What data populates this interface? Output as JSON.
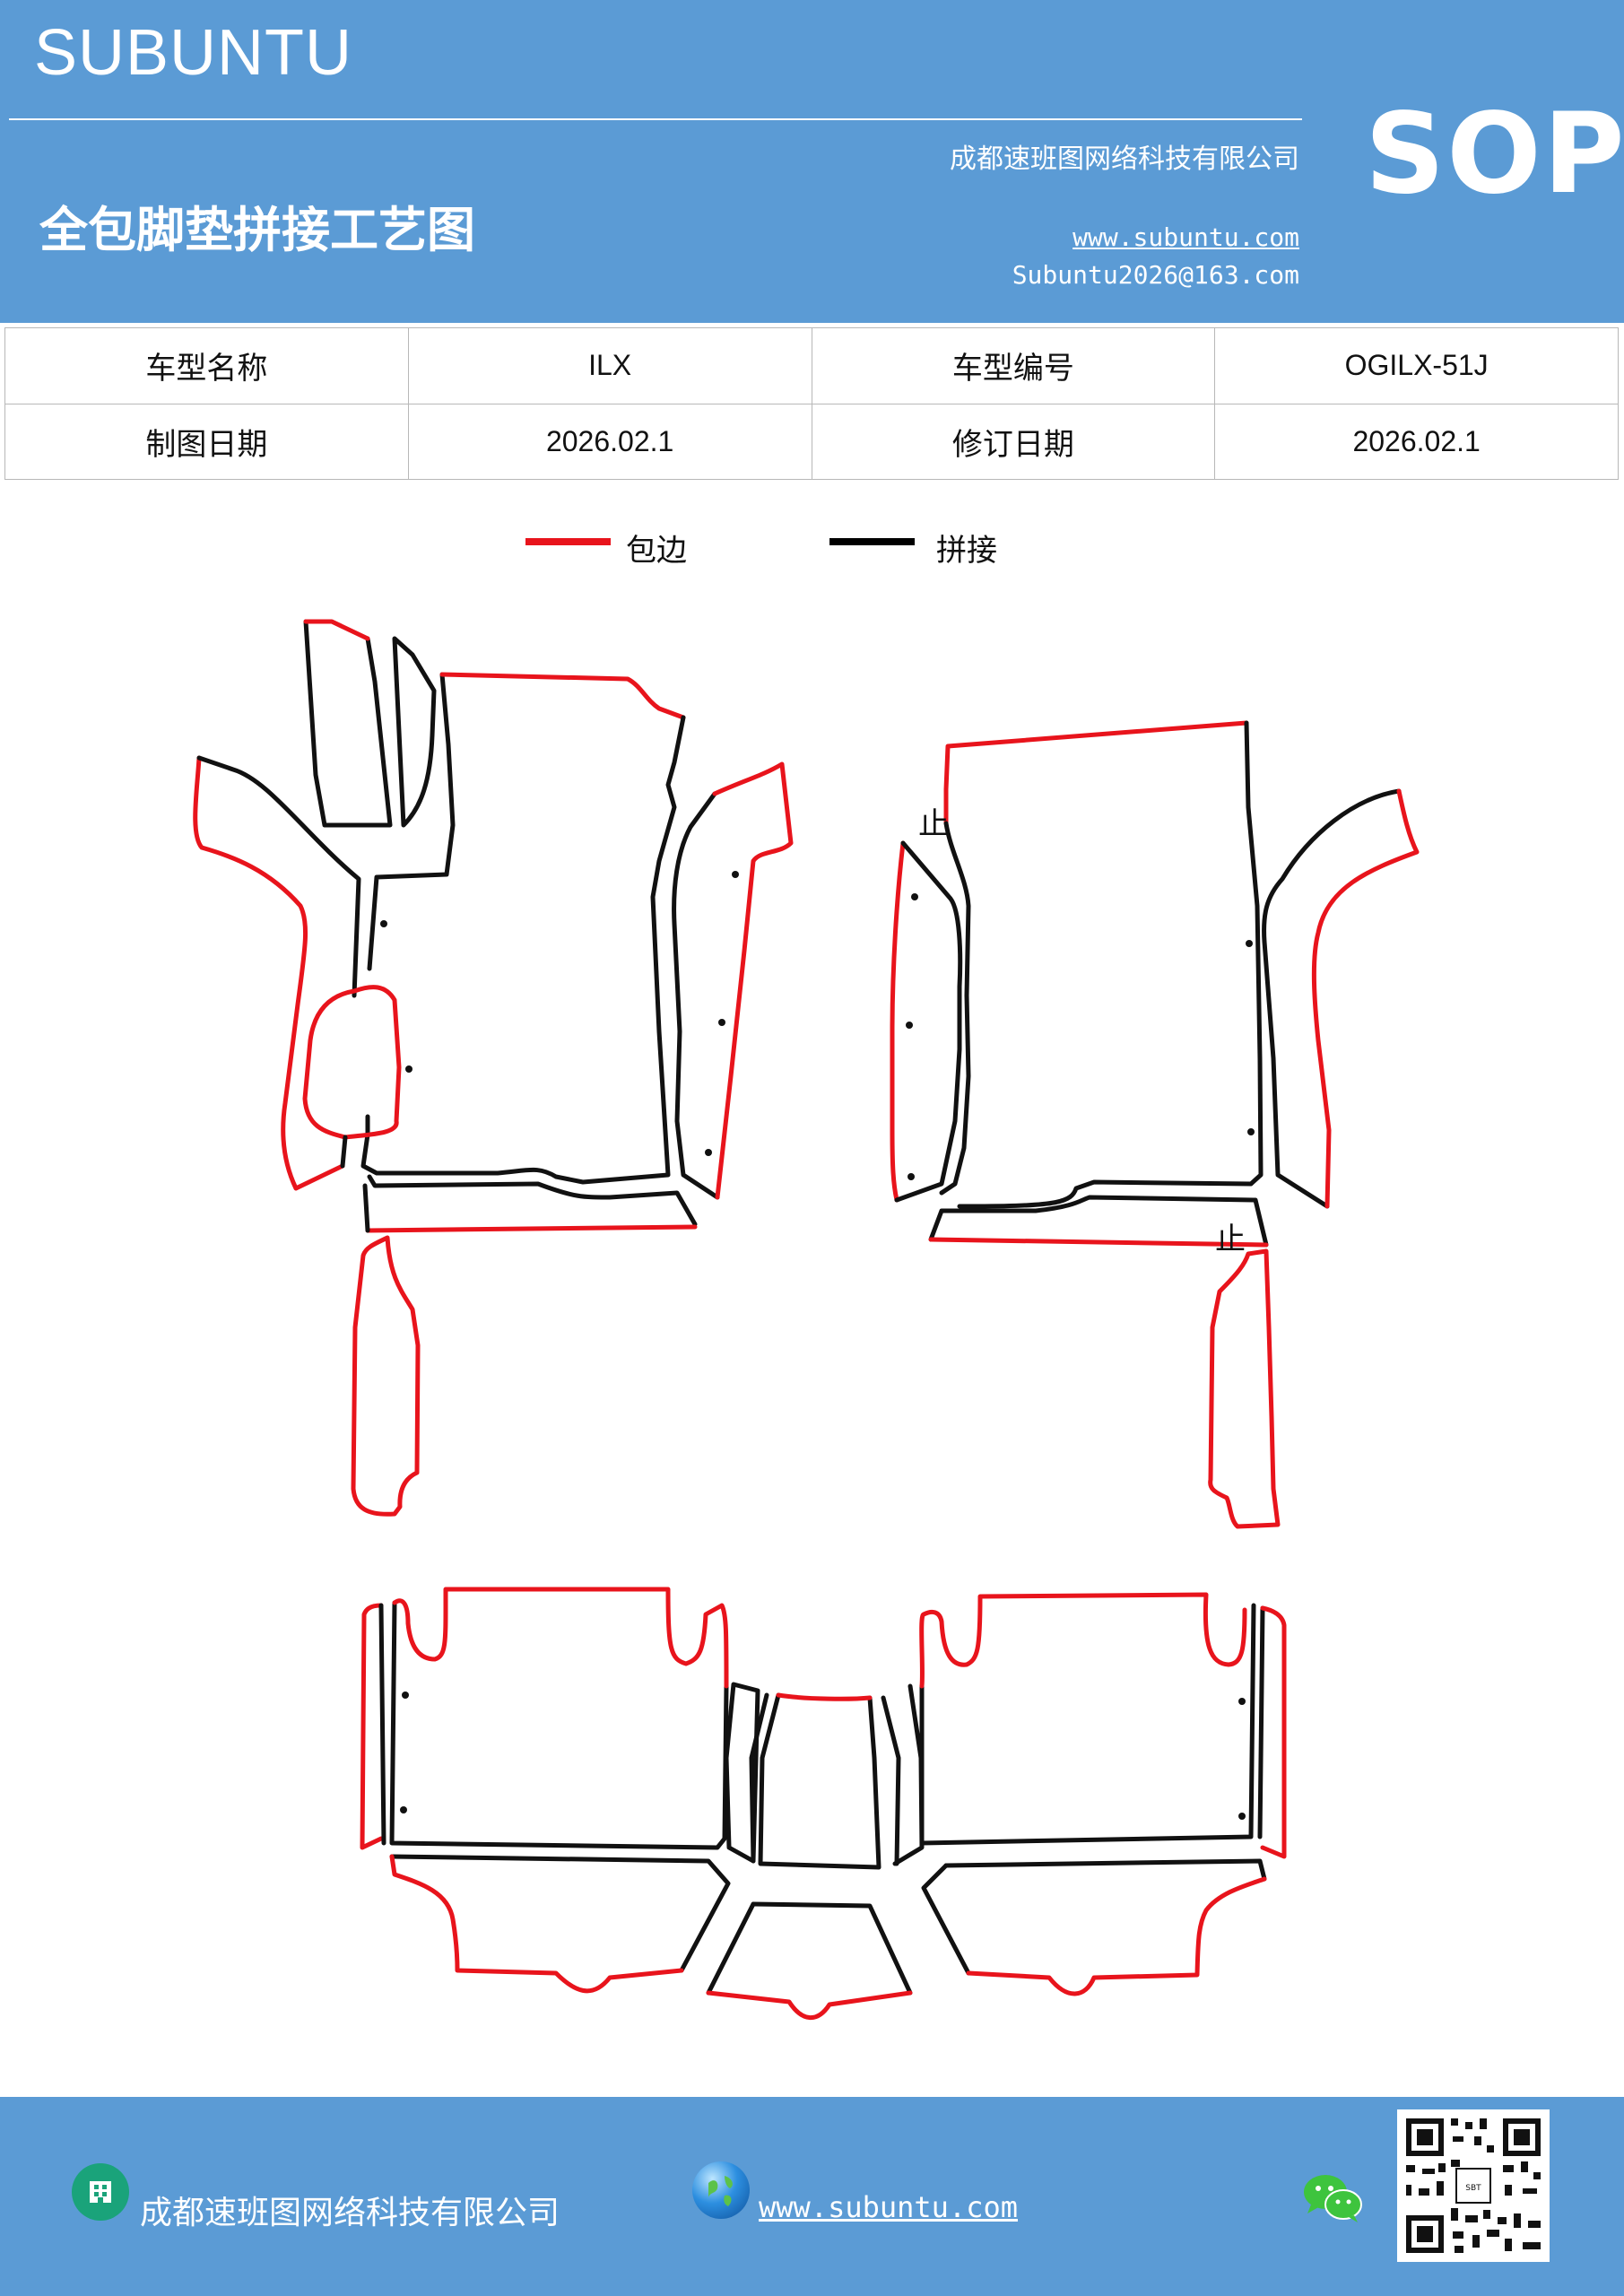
{
  "header": {
    "brand": "SUBUNTU",
    "title": "全包脚垫拼接工艺图",
    "company": "成都速班图网络科技有限公司",
    "website": "www.subuntu.com",
    "email": "Subuntu2026@163.com",
    "badge": "SOP",
    "background_color": "#5b9bd5"
  },
  "info_table": {
    "rows": [
      {
        "label1": "车型名称",
        "value1": "ILX",
        "label2": "车型编号",
        "value2": "OGILX-51J"
      },
      {
        "label1": "制图日期",
        "value1": "2026.02.1",
        "label2": "修订日期",
        "value2": "2026.02.1"
      }
    ]
  },
  "legend": {
    "items": [
      {
        "label": "包边",
        "color": "#e8141c"
      },
      {
        "label": "拼接",
        "color": "#000000"
      }
    ]
  },
  "drawing": {
    "stop_mark": "止",
    "colors": {
      "edge": "#e8141c",
      "seam": "#111111"
    }
  },
  "footer": {
    "company": "成都速班图网络科技有限公司",
    "website": "www.subuntu.com ",
    "icons": [
      "building-icon",
      "globe-icon",
      "wechat-icon",
      "qr-code"
    ]
  }
}
